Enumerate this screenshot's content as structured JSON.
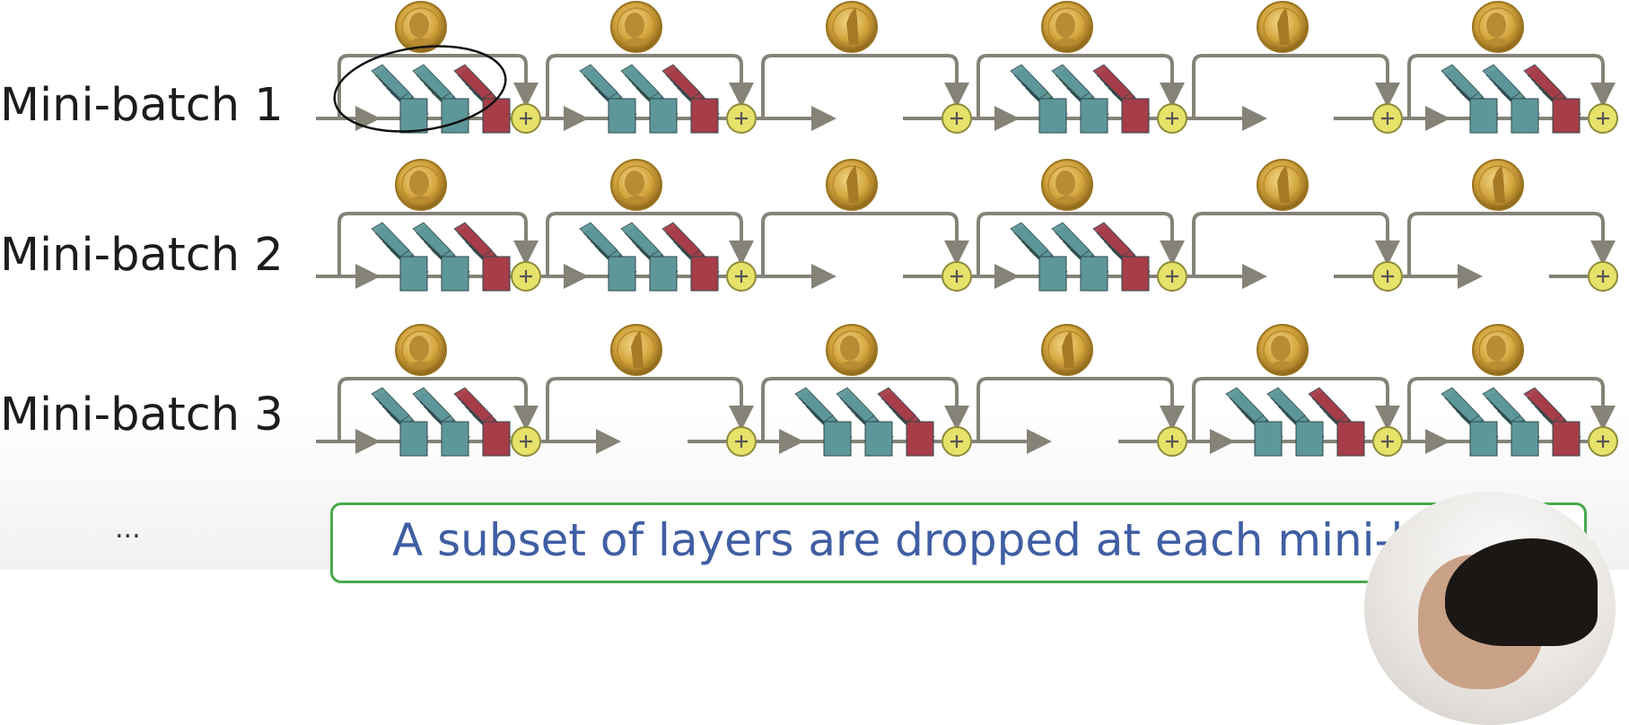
{
  "rows": [
    {
      "label": "Mini-batch 1",
      "coins": [
        "washington",
        "washington",
        "liberty",
        "washington",
        "liberty",
        "washington"
      ],
      "blocks_present": [
        true,
        true,
        false,
        true,
        false,
        true
      ]
    },
    {
      "label": "Mini-batch 2",
      "coins": [
        "washington",
        "washington",
        "liberty",
        "washington",
        "liberty",
        "liberty"
      ],
      "blocks_present": [
        true,
        true,
        false,
        true,
        false,
        false
      ]
    },
    {
      "label": "Mini-batch 3",
      "coins": [
        "washington",
        "liberty",
        "washington",
        "liberty",
        "washington",
        "washington"
      ],
      "blocks_present": [
        true,
        false,
        true,
        false,
        true,
        true
      ]
    }
  ],
  "ellipsis": "...",
  "caption": "A subset of layers are dropped at each mini-batch",
  "annotation": "hand-drawn circle around first block of Mini-batch 1",
  "colors": {
    "teal": "#5e9799",
    "red": "#a63d49",
    "line": "#858378",
    "plus": "#e6e26a",
    "coin": "#d2a43d",
    "caption_border": "#47a94c",
    "caption_text": "#3f5ea3"
  }
}
